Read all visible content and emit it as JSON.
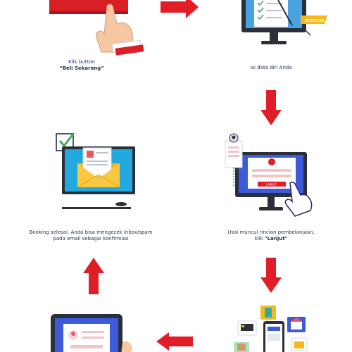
{
  "steps": {
    "step1": {
      "line1": "Klik button",
      "line2": "“Beli Sekarang”"
    },
    "step2": {
      "text": "Isi data diri Anda",
      "badge": "REGISTER"
    },
    "step3": {
      "line1": "Usai muncul rincian pembelanjaan,",
      "line2_prefix": "klik ",
      "line2_bold": "\"Lanjut\"",
      "button_text": "LANJUT"
    },
    "step4": {
      "line1": "Booking selesai. Anda bisa mengecek inbox/spam",
      "line2": "pada email sebagai konfirmasi"
    }
  },
  "colors": {
    "arrow": "#e01e27",
    "navy": "#1f2f5a",
    "screen": "#3b5bdb",
    "monitor": "#2b2f3a",
    "envelope": "#f6b81a"
  }
}
